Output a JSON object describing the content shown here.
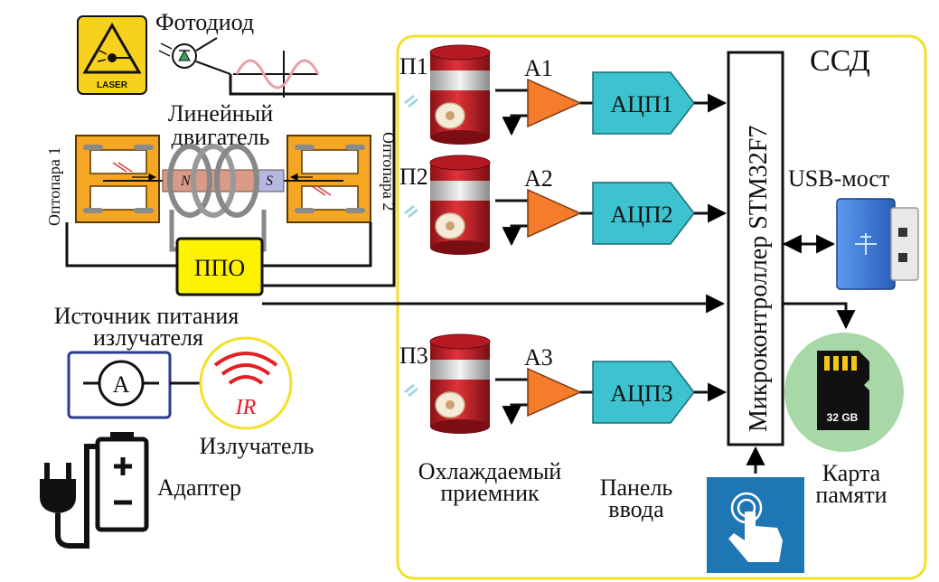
{
  "labels": {
    "photodiode": "Фотодиод",
    "laser_badge": "LASER",
    "linear_motor_line1": "Линейный",
    "linear_motor_line2": "двигатель",
    "optopair1": "Оптопара 1",
    "optopair2": "Оптопара 2",
    "pole_n": "N",
    "pole_s": "S",
    "ppo": "ППО",
    "power_line1": "Источник питания",
    "power_line2": "излучателя",
    "ammeter": "A",
    "ir": "IR",
    "emitter": "Излучатель",
    "adapter": "Адаптер",
    "ssd": "ССД",
    "receivers": [
      "П1",
      "П2",
      "П3"
    ],
    "amplifiers": [
      "A1",
      "A2",
      "A3"
    ],
    "adcs": [
      "АЦП1",
      "АЦП2",
      "АЦП3"
    ],
    "mcu": "Микроконтроллер STM32F7",
    "usb_bridge": "USB-мост",
    "cooled_line1": "Охлаждаемый",
    "cooled_line2": "приемник",
    "panel_line1": "Панель",
    "panel_line2": "ввода",
    "card_line1": "Карта",
    "card_line2": "памяти",
    "sd_capacity": "32 GB"
  },
  "colors": {
    "ssd_border": "#f2e02a",
    "adc_fill": "#3cc3cf",
    "amp_fill": "#f47c2a",
    "receiver_red": "#c8202a",
    "ppo_fill": "#fff200",
    "laser_yellow": "#f7d21c",
    "optocoupler_orange": "#f5a623",
    "sd_circle": "#a8d8a8",
    "touch_panel": "#1e77b4",
    "usb_blue": "#3a7bd5",
    "ir_red": "#e31e24",
    "source_border": "#2b3a8f",
    "signal_pink": "#e8a0a8"
  },
  "icons": [
    "laser-warning-icon",
    "photodiode-icon",
    "usb-drive-icon",
    "sd-card-icon",
    "touch-panel-icon",
    "plug-icon",
    "battery-icon",
    "ir-emitter-icon",
    "ammeter-icon"
  ]
}
